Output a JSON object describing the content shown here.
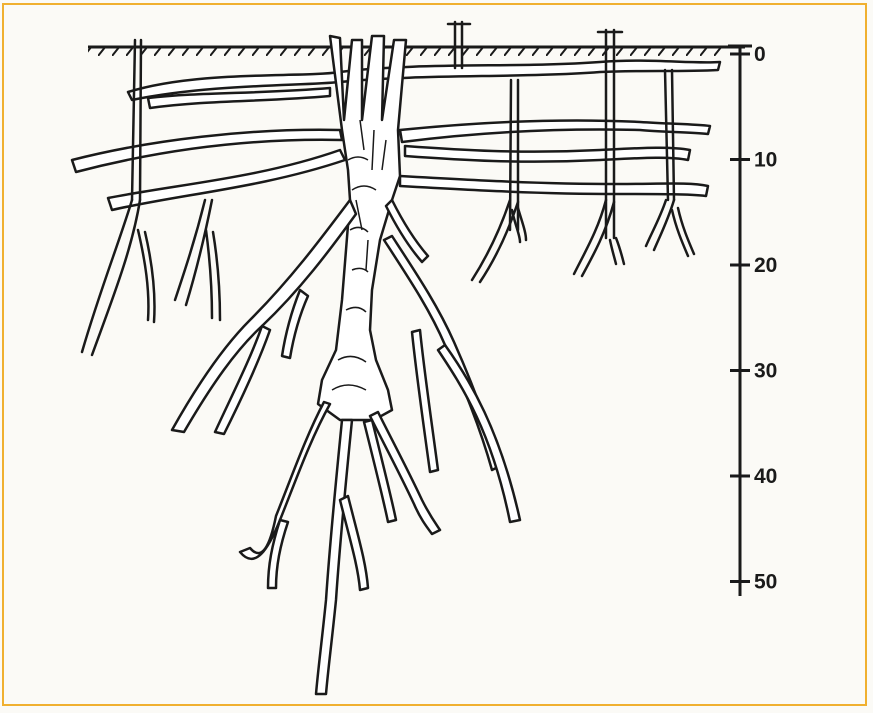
{
  "scale": {
    "ticks": [
      {
        "value": 0,
        "label": "0"
      },
      {
        "value": 10,
        "label": "10"
      },
      {
        "value": 20,
        "label": "20"
      },
      {
        "value": 30,
        "label": "30"
      },
      {
        "value": 40,
        "label": "40"
      },
      {
        "value": 50,
        "label": "50"
      }
    ]
  },
  "colors": {
    "ink": "#1a1a1a",
    "root_fill": "#ffffff",
    "background": "#fbfaf6",
    "frame": "#f0b030"
  }
}
